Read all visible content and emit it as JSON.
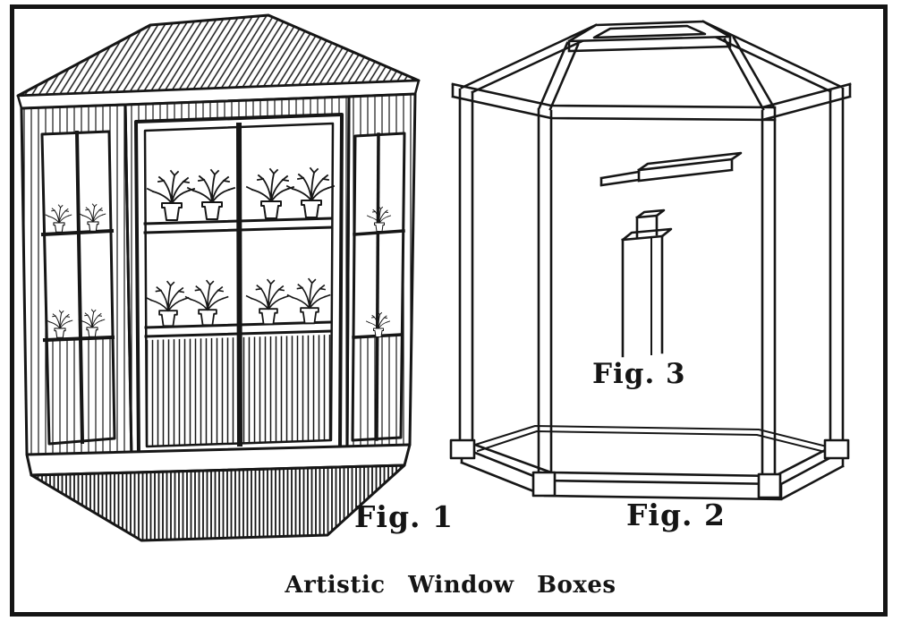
{
  "colors": {
    "ink": "#161616",
    "paper": "#ffffff"
  },
  "caption": "Artistic Window Boxes",
  "figures": {
    "fig1": {
      "label": "Fig. 1"
    },
    "fig2": {
      "label": "Fig. 2"
    },
    "fig3": {
      "label": "Fig. 3"
    }
  }
}
